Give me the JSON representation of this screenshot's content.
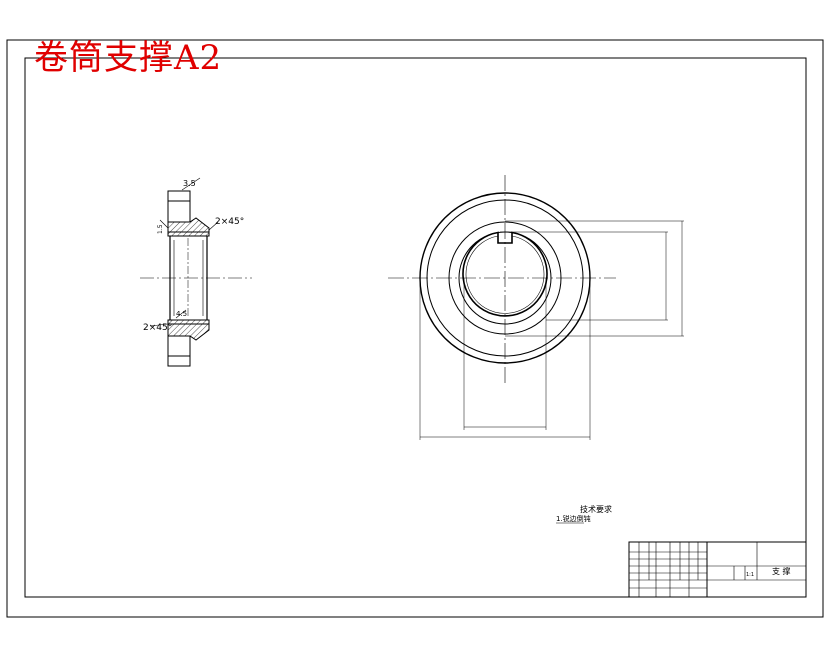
{
  "title": "卷筒支撑A2",
  "colors": {
    "title": "#e00000",
    "line": "#000000",
    "background": "#ffffff"
  },
  "side_view": {
    "dim_top": "3.5",
    "dim_side": "1.5",
    "chamfer_upper": "2×45°",
    "chamfer_lower": "2×45°",
    "dim_lower": "4.5"
  },
  "technical_requirements": {
    "heading": "技术要求",
    "item": "1.锐边倒钝"
  },
  "title_block": {
    "part_name": "支 撑",
    "scale": "1:1"
  }
}
